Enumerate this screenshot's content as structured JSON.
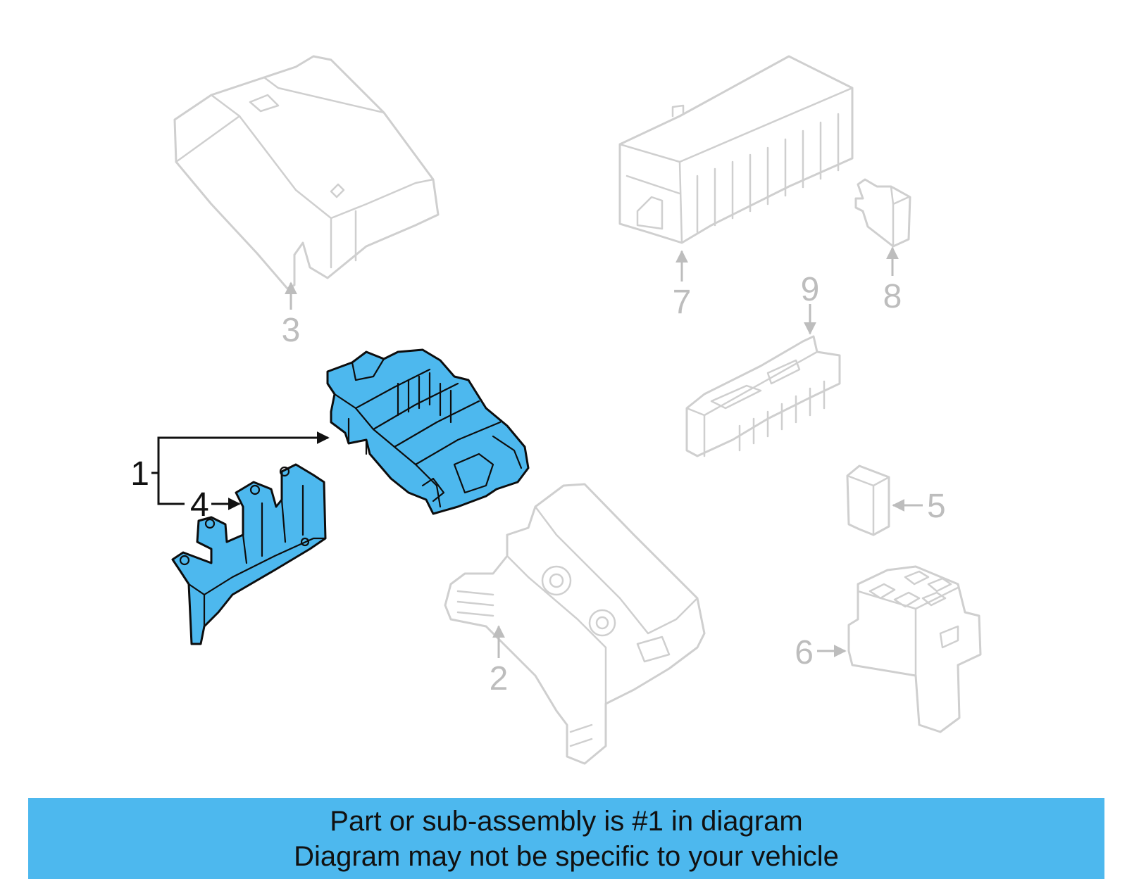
{
  "colors": {
    "highlight": "#4db8ee",
    "banner": "#4db8ee",
    "ghost_outline": "#cfcfcf",
    "callout_grey": "#bdbdbd",
    "callout_black": "#111111"
  },
  "callouts": {
    "c1": "1",
    "c2": "2",
    "c3": "3",
    "c4": "4",
    "c5": "5",
    "c6": "6",
    "c7": "7",
    "c8": "8",
    "c9": "9"
  },
  "banner": {
    "line1": "Part or sub-assembly is #1 in diagram",
    "line2": "Diagram may not be specific to your vehicle"
  }
}
